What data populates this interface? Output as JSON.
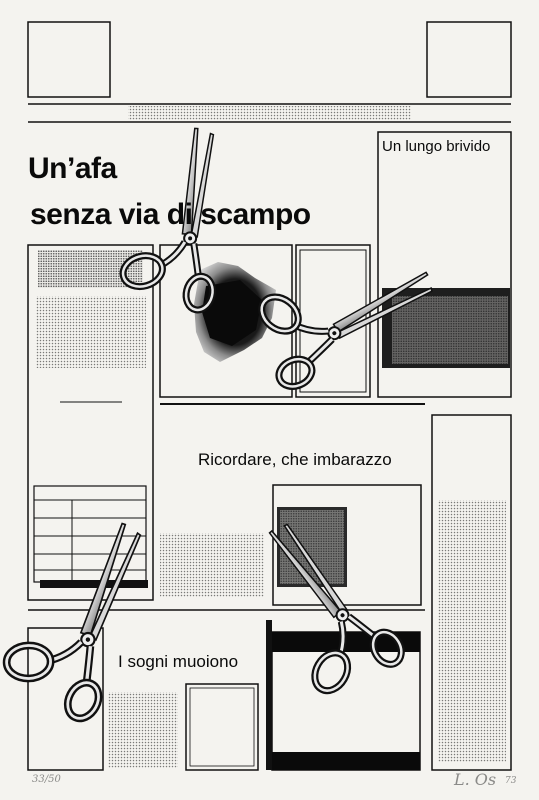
{
  "headlines": {
    "line1": "Un’afa",
    "line2": "senza via di scampo"
  },
  "captions": {
    "top_right": "Un lungo brivido",
    "middle": "Ricordare, che imbarazzo",
    "bottom": "I sogni muoiono"
  },
  "pencil_marks": {
    "edition": "33/50",
    "signature": "L. Os",
    "year": "73"
  }
}
